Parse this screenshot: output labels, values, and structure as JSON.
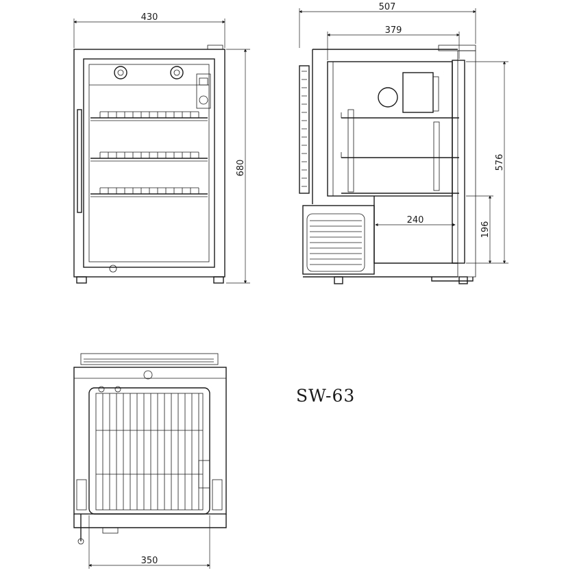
{
  "model": "SW-63",
  "dimensions": {
    "front_width": "430",
    "front_height": "680",
    "side_depth": "507",
    "side_inner_depth": "379",
    "side_inner_height": "576",
    "compressor_depth": "240",
    "compressor_height": "196",
    "bottom_width": "350"
  },
  "colors": {
    "line": "#1a1a1a",
    "background": "#ffffff"
  }
}
